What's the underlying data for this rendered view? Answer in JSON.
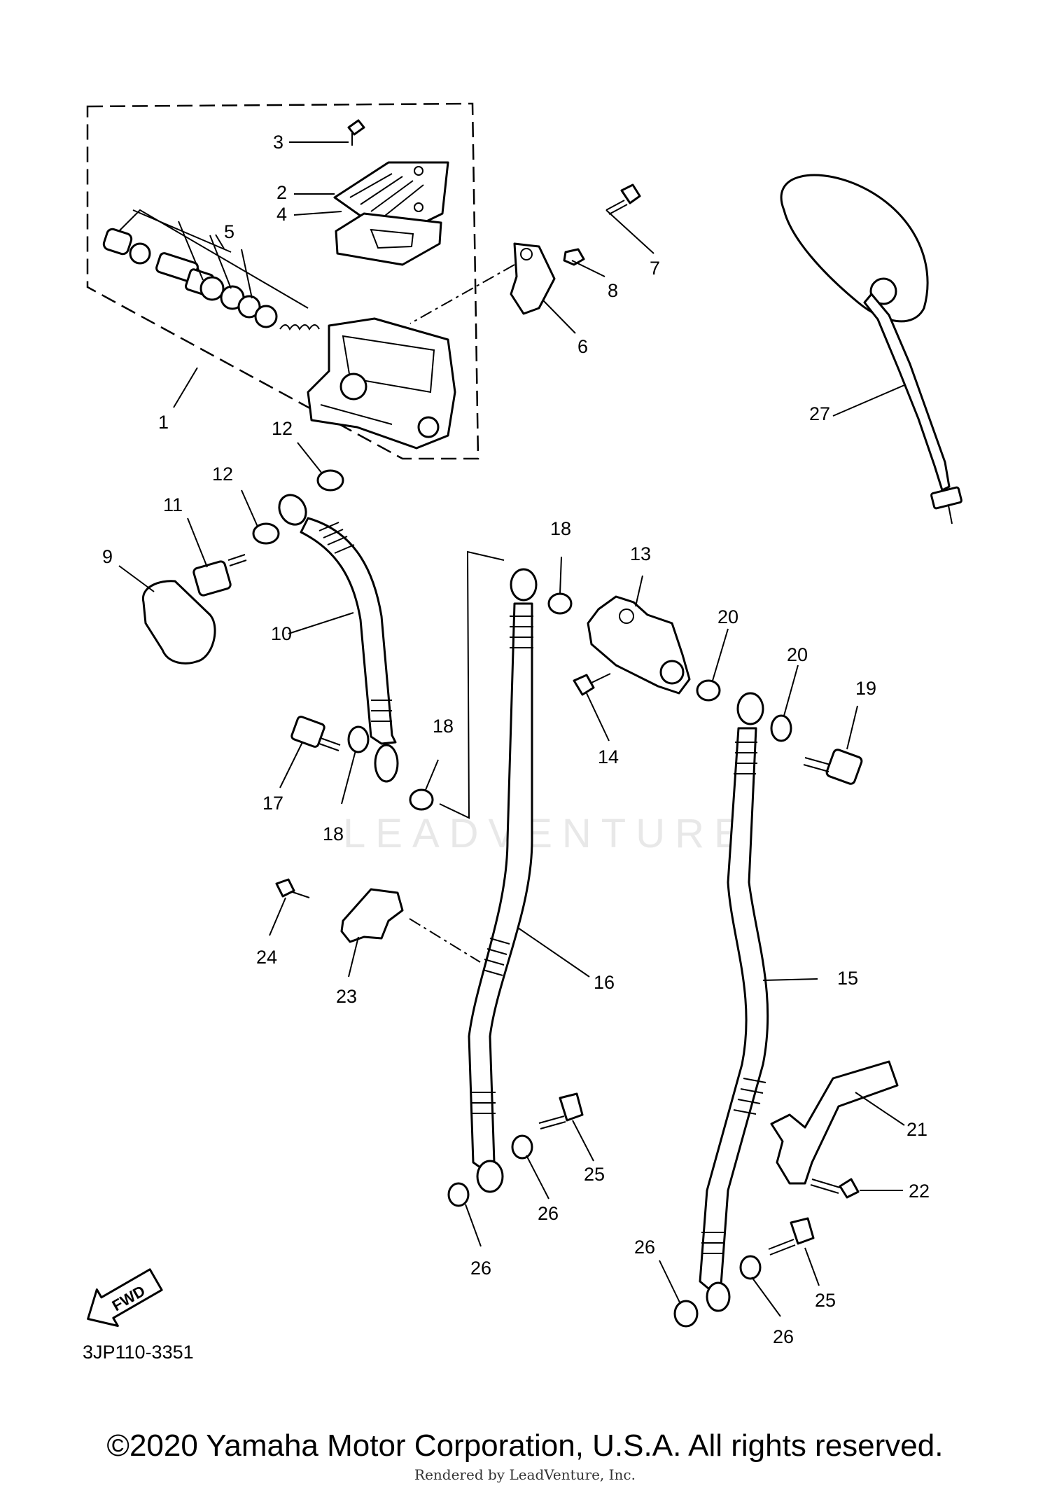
{
  "diagram": {
    "code": "3JP110-3351",
    "fwd_label": "FWD",
    "watermark": "LEADVENTURE",
    "callouts": [
      "1",
      "2",
      "3",
      "4",
      "5",
      "6",
      "7",
      "8",
      "9",
      "10",
      "11",
      "12",
      "12",
      "13",
      "14",
      "15",
      "16",
      "17",
      "18",
      "18",
      "18",
      "19",
      "20",
      "20",
      "21",
      "22",
      "23",
      "24",
      "25",
      "25",
      "26",
      "26",
      "26",
      "26",
      "27"
    ]
  },
  "footer": {
    "copyright": "©2020 Yamaha Motor Corporation, U.S.A. All rights reserved.",
    "rendered_by": "Rendered by LeadVenture, Inc."
  }
}
